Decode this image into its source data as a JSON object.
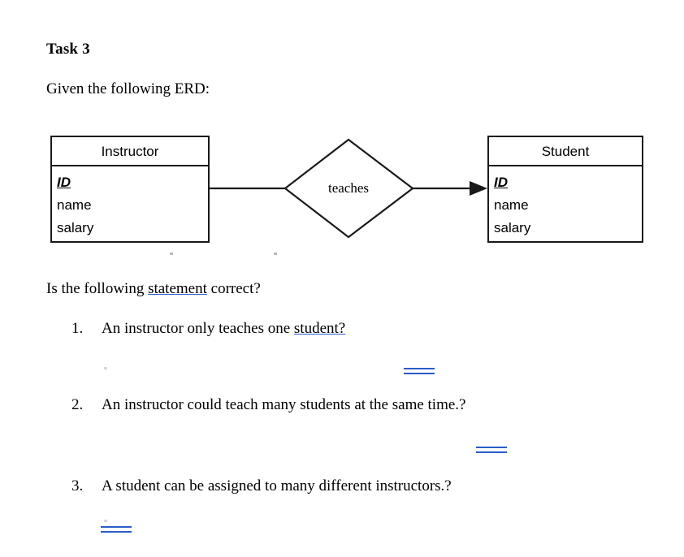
{
  "document": {
    "task_title": "Task 3",
    "intro": "Given the following ERD:",
    "question_prefix": "Is the following ",
    "question_underlined": "statement",
    "question_suffix": " correct?"
  },
  "erd": {
    "relationship_label": "teaches",
    "entities": [
      {
        "id": "instructor",
        "title": "Instructor",
        "attributes": [
          {
            "label": "ID",
            "primary_key": true
          },
          {
            "label": "name",
            "primary_key": false
          },
          {
            "label": "salary",
            "primary_key": false
          }
        ]
      },
      {
        "id": "student",
        "title": "Student",
        "attributes": [
          {
            "label": "ID",
            "primary_key": true
          },
          {
            "label": "name",
            "primary_key": false
          },
          {
            "label": "salary",
            "primary_key": false
          }
        ]
      }
    ],
    "connector_from": "instructor",
    "connector_to": "student",
    "arrow_direction": "right"
  },
  "statements": [
    {
      "number": "1.",
      "text_before": "An instructor only teaches one ",
      "text_underlined": "student?",
      "text_after": ""
    },
    {
      "number": "2.",
      "text_before": "An instructor could teach many students at the same time.?",
      "text_underlined": "",
      "text_after": ""
    },
    {
      "number": "3.",
      "text_before": "A student can be assigned to many different instructors.?",
      "text_underlined": "",
      "text_after": ""
    }
  ],
  "colors": {
    "ink": "#000000",
    "diagram_stroke": "#1a1a1a",
    "answer_blank_blue": "#2a5cc8"
  }
}
